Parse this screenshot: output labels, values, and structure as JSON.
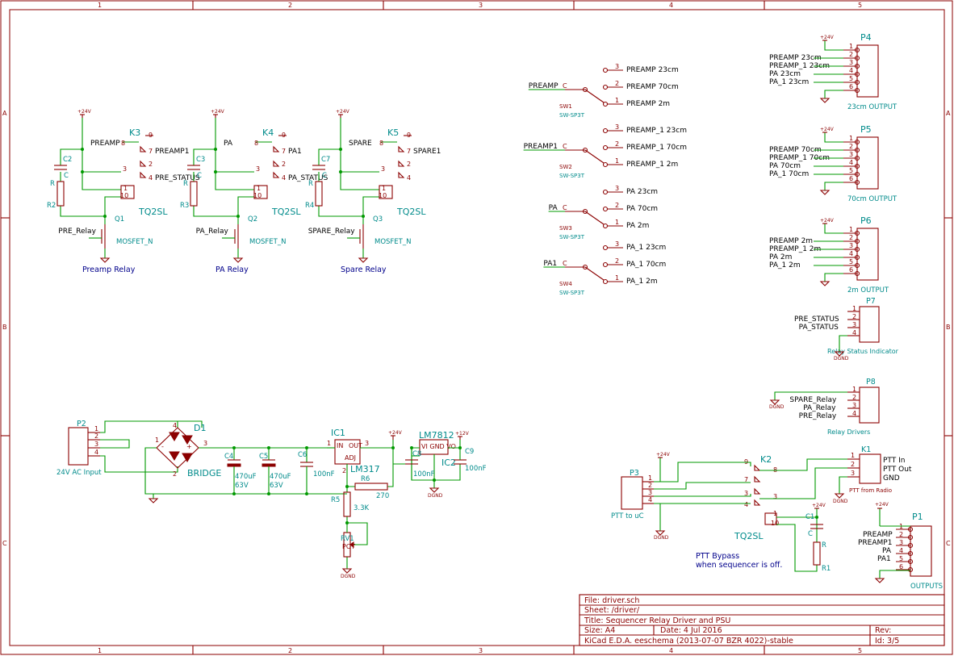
{
  "colors": {
    "wire": "#009900",
    "component": "#8b0000",
    "reference": "#008b8b",
    "text": "#000000",
    "note": "#00008b"
  },
  "border": {
    "columns": [
      "1",
      "2",
      "3",
      "4",
      "5"
    ],
    "rows": [
      "A",
      "B",
      "C"
    ]
  },
  "relays": [
    {
      "ref": "K3",
      "type": "TQ2SL",
      "input": "PREAMP",
      "output": "PREAMP1",
      "status": "PRE_STATUS",
      "mosfet": "Q1",
      "mosfet_type": "MOSFET_N",
      "gate": "PRE_Relay",
      "cap": "C2",
      "cap_val": "C",
      "res": "R2",
      "res_val": "R",
      "label": "Preamp Relay"
    },
    {
      "ref": "K4",
      "type": "TQ2SL",
      "input": "PA",
      "output": "PA1",
      "status": "PA_STATUS",
      "mosfet": "Q2",
      "mosfet_type": "MOSFET_N",
      "gate": "PA_Relay",
      "cap": "C3",
      "cap_val": "C",
      "res": "R3",
      "res_val": "R",
      "label": "PA Relay"
    },
    {
      "ref": "K5",
      "type": "TQ2SL",
      "input": "SPARE",
      "output": "SPARE1",
      "status": "",
      "mosfet": "Q3",
      "mosfet_type": "MOSFET_N",
      "gate": "SPARE_Relay",
      "cap": "C7",
      "cap_val": "C",
      "res": "R4",
      "res_val": "R",
      "label": "Spare Relay"
    }
  ],
  "switches": [
    {
      "ref": "SW1",
      "type": "SW-SP3T",
      "common": "PREAMP",
      "outputs": [
        "PREAMP 23cm",
        "PREAMP 70cm",
        "PREAMP 2m"
      ]
    },
    {
      "ref": "SW2",
      "type": "SW-SP3T",
      "common": "PREAMP1",
      "outputs": [
        "PREAMP_1 23cm",
        "PREAMP_1 70cm",
        "PREAMP_1 2m"
      ]
    },
    {
      "ref": "SW3",
      "type": "SW-SP3T",
      "common": "PA",
      "outputs": [
        "PA 23cm",
        "PA 70cm",
        "PA 2m"
      ]
    },
    {
      "ref": "SW4",
      "type": "SW-SP3T",
      "common": "PA1",
      "outputs": [
        "PA_1 23cm",
        "PA_1 70cm",
        "PA_1 2m"
      ]
    }
  ],
  "outputs": [
    {
      "ref": "P4",
      "label": "23cm OUTPUT",
      "nets": [
        "PREAMP 23cm",
        "PREAMP_1 23cm",
        "PA 23cm",
        "PA_1 23cm"
      ]
    },
    {
      "ref": "P5",
      "label": "70cm OUTPUT",
      "nets": [
        "PREAMP 70cm",
        "PREAMP_1 70cm",
        "PA 70cm",
        "PA_1 70cm"
      ]
    },
    {
      "ref": "P6",
      "label": "2m OUTPUT",
      "nets": [
        "PREAMP 2m",
        "PREAMP_1 2m",
        "PA 2m",
        "PA_1 2m"
      ]
    }
  ],
  "p7": {
    "ref": "P7",
    "label": "Relay Status Indicator",
    "nets": [
      "PRE_STATUS",
      "PA_STATUS"
    ]
  },
  "p8": {
    "ref": "P8",
    "label": "Relay Drivers",
    "nets": [
      "SPARE_Relay",
      "PA_Relay",
      "PRE_Relay"
    ]
  },
  "psu": {
    "p2_ref": "P2",
    "p2_label": "24V AC Input",
    "d1_ref": "D1",
    "d1_val": "BRIDGE",
    "c4": "C4",
    "c4_val": "470uF",
    "c4_v": "63V",
    "c5": "C5",
    "c5_val": "470uF",
    "c5_v": "63V",
    "c6": "C6",
    "c6_val": "100nF",
    "ic1": "IC1",
    "ic1_val": "LM317",
    "ic1_pin_in": "IN",
    "ic1_pin_out": "OUT",
    "ic1_pin_adj": "ADJ",
    "r6": "R6",
    "r6_val": "270",
    "r5": "R5",
    "r5_val": "3.3K",
    "rv1": "RV1",
    "rv1_val": "POT",
    "ic2": "IC2",
    "ic2_val": "LM7812",
    "ic2_pins": "VI GND VO",
    "c8": "C8",
    "c8_val": "100nF",
    "c9": "C9",
    "c9_val": "100nF"
  },
  "ptt": {
    "k1_ref": "K1",
    "k1_pins": [
      "PTT In",
      "PTT Out",
      "GND"
    ],
    "k1_label": "PTT from Radio",
    "p3_ref": "P3",
    "p3_label": "PTT to uC",
    "k2_ref": "K2",
    "k2_type": "TQ2SL",
    "c1": "C1",
    "c1_val": "C",
    "r1": "R1",
    "r1_val": "R",
    "note": [
      "PTT Bypass",
      "when sequencer is off."
    ]
  },
  "p1": {
    "ref": "P1",
    "label": "OUTPUTS",
    "nets": [
      "PREAMP",
      "PREAMP1",
      "PA",
      "PA1"
    ]
  },
  "power": {
    "v24": "+24V",
    "v12": "+12V",
    "gnd": "GND",
    "dgnd": "DGND"
  },
  "title_block": {
    "file": "File: driver.sch",
    "sheet": "Sheet: /driver/",
    "title": "Title: Sequencer Relay Driver and PSU",
    "size": "Size: A4",
    "date": "Date: 4 Jul 2016",
    "rev": "Rev:",
    "tool": "KiCad E.D.A.  eeschema (2013-07-07 BZR 4022)-stable",
    "id": "Id: 3/5"
  }
}
